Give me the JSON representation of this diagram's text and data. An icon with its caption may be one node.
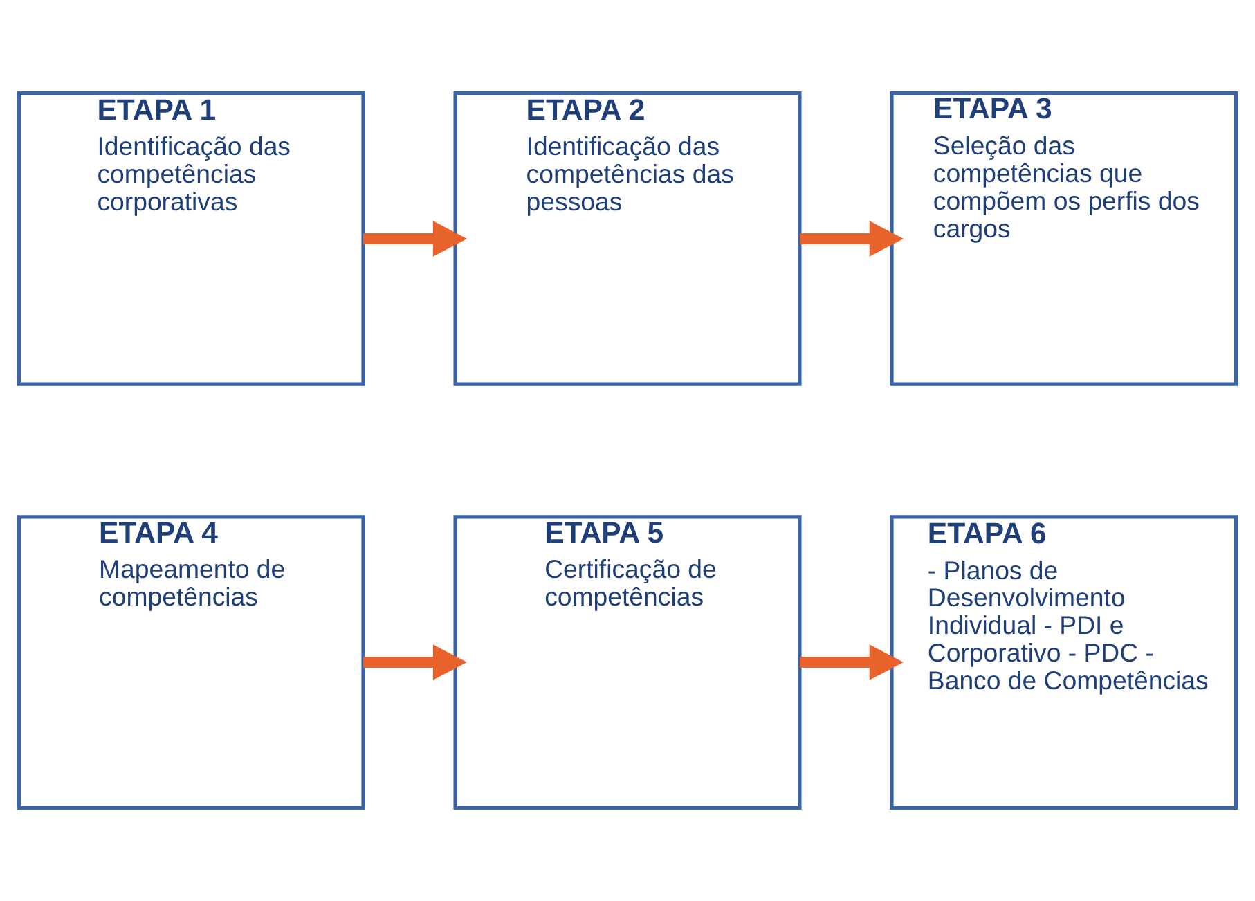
{
  "diagram": {
    "nodes": [
      {
        "text": [
          "ETAPA 1",
          "Identificação das competências corporativas"
        ]
      },
      {
        "text": [
          "ETAPA 2",
          "Identificação das competências das pessoas"
        ]
      },
      {
        "text": [
          "ETAPA 3",
          "Seleção das competências que compõem os perfis dos cargos"
        ]
      },
      {
        "text": [
          "ETAPA 4",
          "Mapeamento de competências"
        ]
      },
      {
        "text": [
          "ETAPA 5",
          "Certificação de competências"
        ]
      },
      {
        "text": [
          "ETAPA 6",
          "- Planos de Desenvolvimento Individual - PDI e Corporativo - PDC - Banco de Competências"
        ]
      }
    ],
    "edges": [
      {
        "from": 0,
        "to": 1,
        "arrow": "to"
      },
      {
        "from": 1,
        "to": 2,
        "arrow": "to"
      },
      {
        "from": 3,
        "to": 4,
        "arrow": "to"
      },
      {
        "from": 4,
        "to": 5,
        "arrow": "to"
      }
    ]
  }
}
